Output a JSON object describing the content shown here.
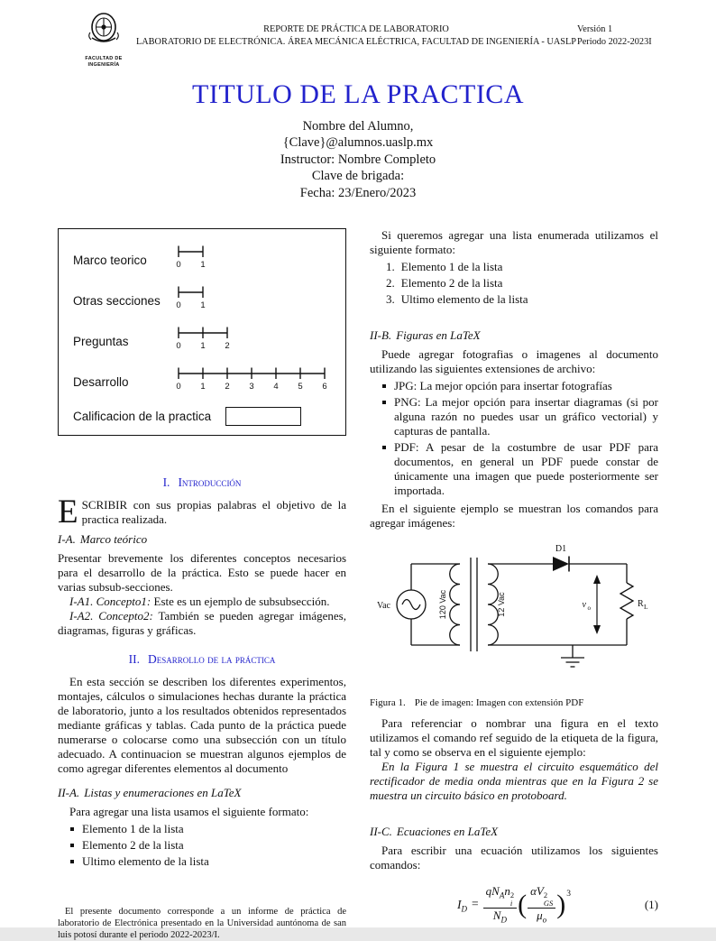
{
  "colors": {
    "heading_blue": "#2222cc",
    "ink": "#111111"
  },
  "header": {
    "logo_caption_1": "FACULTAD DE",
    "logo_caption_2": "INGENIERÍA",
    "line1": "REPORTE DE PRÁCTICA DE LABORATORIO",
    "line2": "LABORATORIO DE ELECTRÓNICA. ÁREA MECÁNICA ELÉCTRICA, FACULTAD DE INGENIERÍA - UASLP",
    "version": "Versión 1",
    "period": "Periodo 2022-2023I"
  },
  "title": "TITULO DE LA PRACTICA",
  "author": {
    "name": "Nombre del Alumno,",
    "email": "{Clave}@alumnos.uaslp.mx",
    "instructor": "Instructor: Nombre Completo",
    "brigade": "Clave de brigada:",
    "date": "Fecha: 23/Enero/2023"
  },
  "rubric": {
    "rows": [
      {
        "label": "Marco teorico",
        "ticks": [
          "0",
          "1"
        ]
      },
      {
        "label": "Otras secciones",
        "ticks": [
          "0",
          "1"
        ]
      },
      {
        "label": "Preguntas",
        "ticks": [
          "0",
          "1",
          "2"
        ]
      },
      {
        "label": "Desarrollo",
        "ticks": [
          "0",
          "1",
          "2",
          "3",
          "4",
          "5",
          "6"
        ]
      }
    ],
    "grade_label": "Calificacion de la practica"
  },
  "intro": {
    "number": "I.",
    "title": "Introducción",
    "dropcap": "E",
    "lead_rest": "SCRIBIR con sus propias palabras el objetivo de la practica realizada.",
    "sub_a_num": "I-A.",
    "sub_a_title": "Marco teórico",
    "para": "Presentar brevemente los diferentes conceptos necesarios para el desarrollo de la práctica. Esto se puede hacer en varias subsub-secciones.",
    "subsub1_label": "I-A1. Concepto1:",
    "subsub1_text": "Este es un ejemplo de subsubsección.",
    "subsub2_label": "I-A2. Concepto2:",
    "subsub2_text": "También se pueden agregar imágenes, diagramas, figuras y gráficas."
  },
  "desarrollo": {
    "number": "II.",
    "title": "Desarrollo de la práctica",
    "para": "En esta sección se describen los diferentes experimentos, montajes, cálculos o simulaciones hechas durante la práctica de laboratorio, junto a los resultados obtenidos representados mediante gráficas y tablas. Cada punto de la práctica puede numerarse o colocarse como una subsección con un título adecuado. A continuacion se muestran algunos ejemplos de como agregar diferentes elementos al documento",
    "sub_a_num": "II-A.",
    "sub_a_title": "Listas y enumeraciones en LaTeX",
    "list_intro": "Para agregar una lista usamos el siguiente formato:",
    "list_items": [
      "Elemento 1 de la lista",
      "Elemento 2 de la lista",
      "Ultimo elemento de la lista"
    ],
    "enum_intro": "Si queremos agregar una lista enumerada utilizamos el siguiente formato:",
    "enum_items": [
      {
        "num": "1.",
        "text": "Elemento 1 de la lista"
      },
      {
        "num": "2.",
        "text": "Elemento 2 de la lista"
      },
      {
        "num": "3.",
        "text": "Ultimo elemento de la lista"
      }
    ],
    "sub_b_num": "II-B.",
    "sub_b_title": "Figuras en LaTeX",
    "figures_intro": "Puede agregar fotografias o imagenes al documento utilizando las siguientes extensiones de archivo:",
    "format_items": [
      "JPG: La mejor opción para insertar fotografías",
      "PNG: La mejor opción para insertar diagramas (si por alguna razón no puedes usar un gráfico vectorial) y capturas de pantalla.",
      "PDF: A pesar de la costumbre de usar PDF para documentos, en general un PDF puede constar de únicamente una imagen que puede posteriormente ser importada."
    ],
    "example_intro": "En el siguiente ejemplo se muestran los comandos para agregar imágenes:",
    "ref_para": "Para referenciar o nombrar una figura en el texto utilizamos el comando ref seguido de la etiqueta de la figura, tal y como se observa en el siguiente ejemplo:",
    "ref_example": "En la Figura 1 se muestra el circuito esquemático del rectificador de media onda mientras que en la Figura 2 se muestra un circuito básico en protoboard.",
    "sub_c_num": "II-C.",
    "sub_c_title": "Ecuaciones en LaTeX",
    "eq_intro": "Para escribir una ecuación utilizamos los siguientes comandos:"
  },
  "figure1": {
    "caption_label": "Figura 1.",
    "caption_text": "Pie de imagen: Imagen con extensión PDF",
    "circuit": {
      "source_label": "Vac",
      "primary_label": "120 Vac",
      "secondary_label": "12 Vac",
      "diode_label": "D1",
      "vout_base": "v",
      "vout_sub": "o",
      "load_base": "R",
      "load_sub": "L"
    }
  },
  "equation": {
    "lhs_base": "I",
    "lhs_sub": "D",
    "equals": "=",
    "f1_num_a": "qN",
    "f1_num_a_sub": "A",
    "f1_num_b": "n",
    "f1_num_b_sup": "2",
    "f1_num_b_sub": "i",
    "f1_den": "N",
    "f1_den_sub": "D",
    "lparen": "(",
    "rparen": ")",
    "f2_num_a": "αV",
    "f2_num_sup": "2",
    "f2_num_sub": "GS",
    "f2_den": "μ",
    "f2_den_sub": "o",
    "outer_exp": "3",
    "number": "(1)"
  },
  "footnote": "El presente documento corresponde a un informe de práctica de laboratorio de Electrónica presentado en la Universidad auntónoma de san luis potosí durante el periodo 2022-2023/I."
}
